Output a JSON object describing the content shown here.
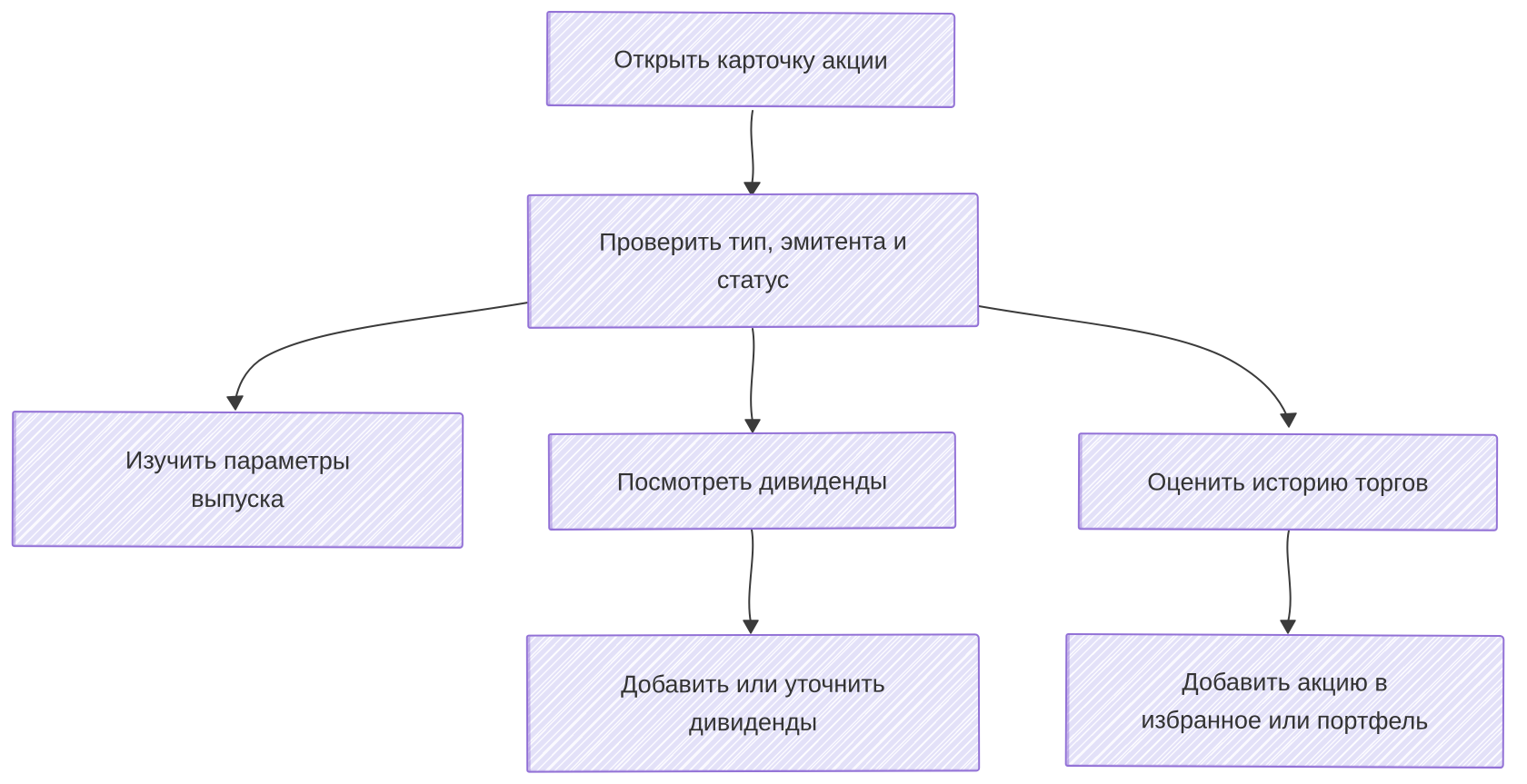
{
  "diagram": {
    "type": "flowchart",
    "style": "hand-drawn-sketch",
    "background_color": "#ffffff",
    "node_fill_color": "#e3e1f8",
    "node_border_color": "#9271d6",
    "text_color": "#333333",
    "arrow_color": "#3b3b3b",
    "nodes": [
      {
        "id": "open-card",
        "label": "Открыть карточку акции"
      },
      {
        "id": "check-type",
        "label": "Проверить тип, эмитента и статус"
      },
      {
        "id": "study-params",
        "label": "Изучить параметры выпуска"
      },
      {
        "id": "view-dividends",
        "label": "Посмотреть дивиденды"
      },
      {
        "id": "assess-history",
        "label": "Оценить историю торгов"
      },
      {
        "id": "add-dividends",
        "label": "Добавить или уточнить дивиденды"
      },
      {
        "id": "add-favorites",
        "label": "Добавить акцию в избранное или портфель"
      }
    ],
    "edges": [
      {
        "from": "open-card",
        "to": "check-type"
      },
      {
        "from": "check-type",
        "to": "study-params"
      },
      {
        "from": "check-type",
        "to": "view-dividends"
      },
      {
        "from": "check-type",
        "to": "assess-history"
      },
      {
        "from": "view-dividends",
        "to": "add-dividends"
      },
      {
        "from": "assess-history",
        "to": "add-favorites"
      }
    ]
  }
}
